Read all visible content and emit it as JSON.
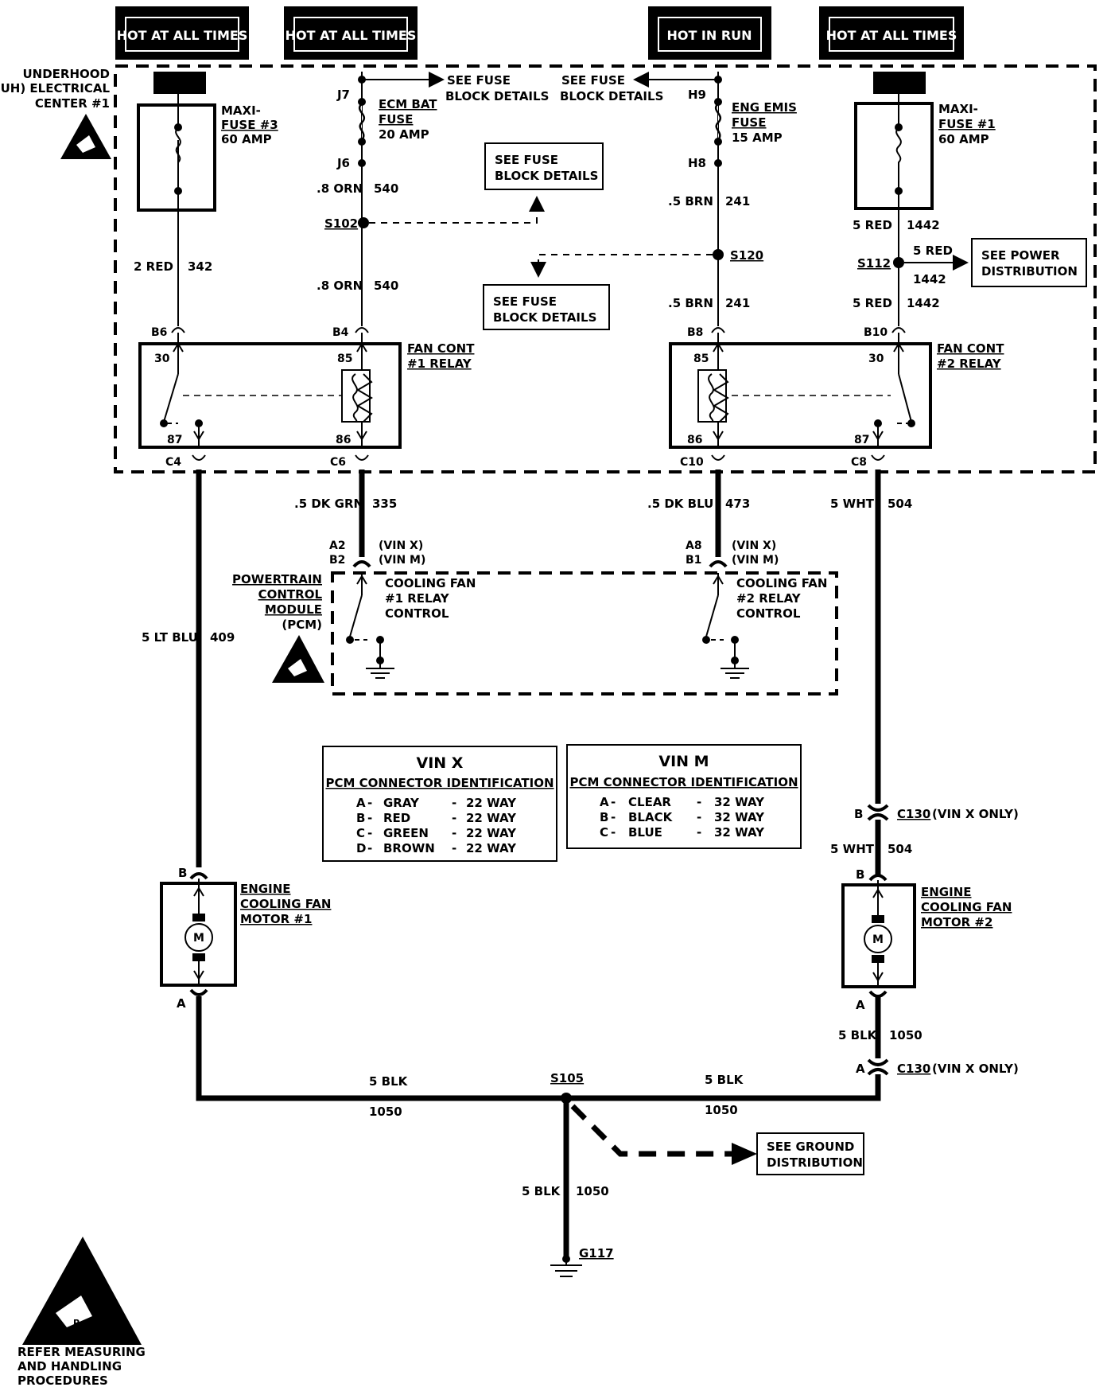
{
  "headers": {
    "h1": "HOT AT ALL TIMES",
    "h2": "HOT AT ALL TIMES",
    "h3": "HOT IN RUN",
    "h4": "HOT AT ALL TIMES"
  },
  "uh_center": {
    "l1": "UNDERHOOD",
    "l2": "(UH) ELECTRICAL",
    "l3": "CENTER #1"
  },
  "maxi3": {
    "l1": "MAXI-",
    "l2": "FUSE #3",
    "l3": "60 AMP"
  },
  "maxi1": {
    "l1": "MAXI-",
    "l2": "FUSE #1",
    "l3": "60 AMP"
  },
  "ecm_fuse": {
    "l1": "ECM BAT",
    "l2": "FUSE",
    "l3": "20 AMP",
    "in": "J7",
    "out": "J6"
  },
  "eng_fuse": {
    "l1": "ENG EMIS",
    "l2": "FUSE",
    "l3": "15 AMP",
    "in": "H9",
    "out": "H8"
  },
  "refs": {
    "see_fuse": "SEE FUSE",
    "block_details": "BLOCK DETAILS",
    "see_power": "SEE POWER",
    "distribution": "DISTRIBUTION",
    "see_ground": "SEE GROUND"
  },
  "splices": {
    "s102": "S102",
    "s120": "S120",
    "s112": "S112",
    "s105": "S105",
    "g117": "G117"
  },
  "wires": {
    "w2red": "2 RED",
    "c342": "342",
    "w8orn": ".8 ORN",
    "c540": "540",
    "w5brn": ".5 BRN",
    "c241": "241",
    "w5red": "5 RED",
    "c1442": "1442",
    "w5dkgrn": ".5 DK GRN",
    "c335": "335",
    "w5dkblu": ".5 DK BLU",
    "c473": "473",
    "w5wht": "5 WHT",
    "c504": "504",
    "w5ltblu": "5 LT BLU",
    "c409": "409",
    "w5blk": "5 BLK",
    "c1050": "1050"
  },
  "relay1": {
    "l1": "FAN CONT",
    "l2": "#1 RELAY",
    "p30": "30",
    "p85": "85",
    "p87": "87",
    "p86": "86",
    "cb6": "B6",
    "cb4": "B4",
    "cc4": "C4",
    "cc6": "C6"
  },
  "relay2": {
    "l1": "FAN CONT",
    "l2": "#2 RELAY",
    "p30": "30",
    "p85": "85",
    "p87": "87",
    "p86": "86",
    "cb8": "B8",
    "cb10": "B10",
    "cc10": "C10",
    "cc8": "C8"
  },
  "pcm": {
    "l1": "POWERTRAIN",
    "l2": "CONTROL",
    "l3": "MODULE",
    "l4": "(PCM)",
    "a2": "A2",
    "b2": "B2",
    "a8": "A8",
    "b1": "B1",
    "vinx": "(VIN X)",
    "vinm": "(VIN M)",
    "c1a": "COOLING FAN",
    "c1b": "#1 RELAY",
    "c1c": "CONTROL",
    "c2a": "COOLING FAN",
    "c2b": "#2 RELAY",
    "c2c": "CONTROL"
  },
  "vinx_table": {
    "title": "VIN X",
    "subtitle": "PCM CONNECTOR IDENTIFICATION",
    "rows": [
      {
        "pin": "A",
        "color": "GRAY",
        "way": "22 WAY"
      },
      {
        "pin": "B",
        "color": "RED",
        "way": "22 WAY"
      },
      {
        "pin": "C",
        "color": "GREEN",
        "way": "22 WAY"
      },
      {
        "pin": "D",
        "color": "BROWN",
        "way": "22 WAY"
      }
    ]
  },
  "vinm_table": {
    "title": "VIN M",
    "subtitle": "PCM CONNECTOR IDENTIFICATION",
    "rows": [
      {
        "pin": "A",
        "color": "CLEAR",
        "way": "32 WAY"
      },
      {
        "pin": "B",
        "color": "BLACK",
        "way": "32 WAY"
      },
      {
        "pin": "C",
        "color": "BLUE",
        "way": "32 WAY"
      }
    ]
  },
  "motor1": {
    "l1": "ENGINE",
    "l2": "COOLING FAN",
    "l3": "MOTOR #1",
    "m": "M",
    "pb": "B",
    "pa": "A"
  },
  "motor2": {
    "l1": "ENGINE",
    "l2": "COOLING FAN",
    "l3": "MOTOR #2",
    "m": "M",
    "pb": "B",
    "pa": "A"
  },
  "c130": {
    "name": "C130",
    "note": "(VIN X ONLY)",
    "pb": "B",
    "pa": "A"
  },
  "esd": {
    "l1": "REFER MEASURING",
    "l2": "AND HANDLING",
    "l3": "PROCEDURES"
  }
}
